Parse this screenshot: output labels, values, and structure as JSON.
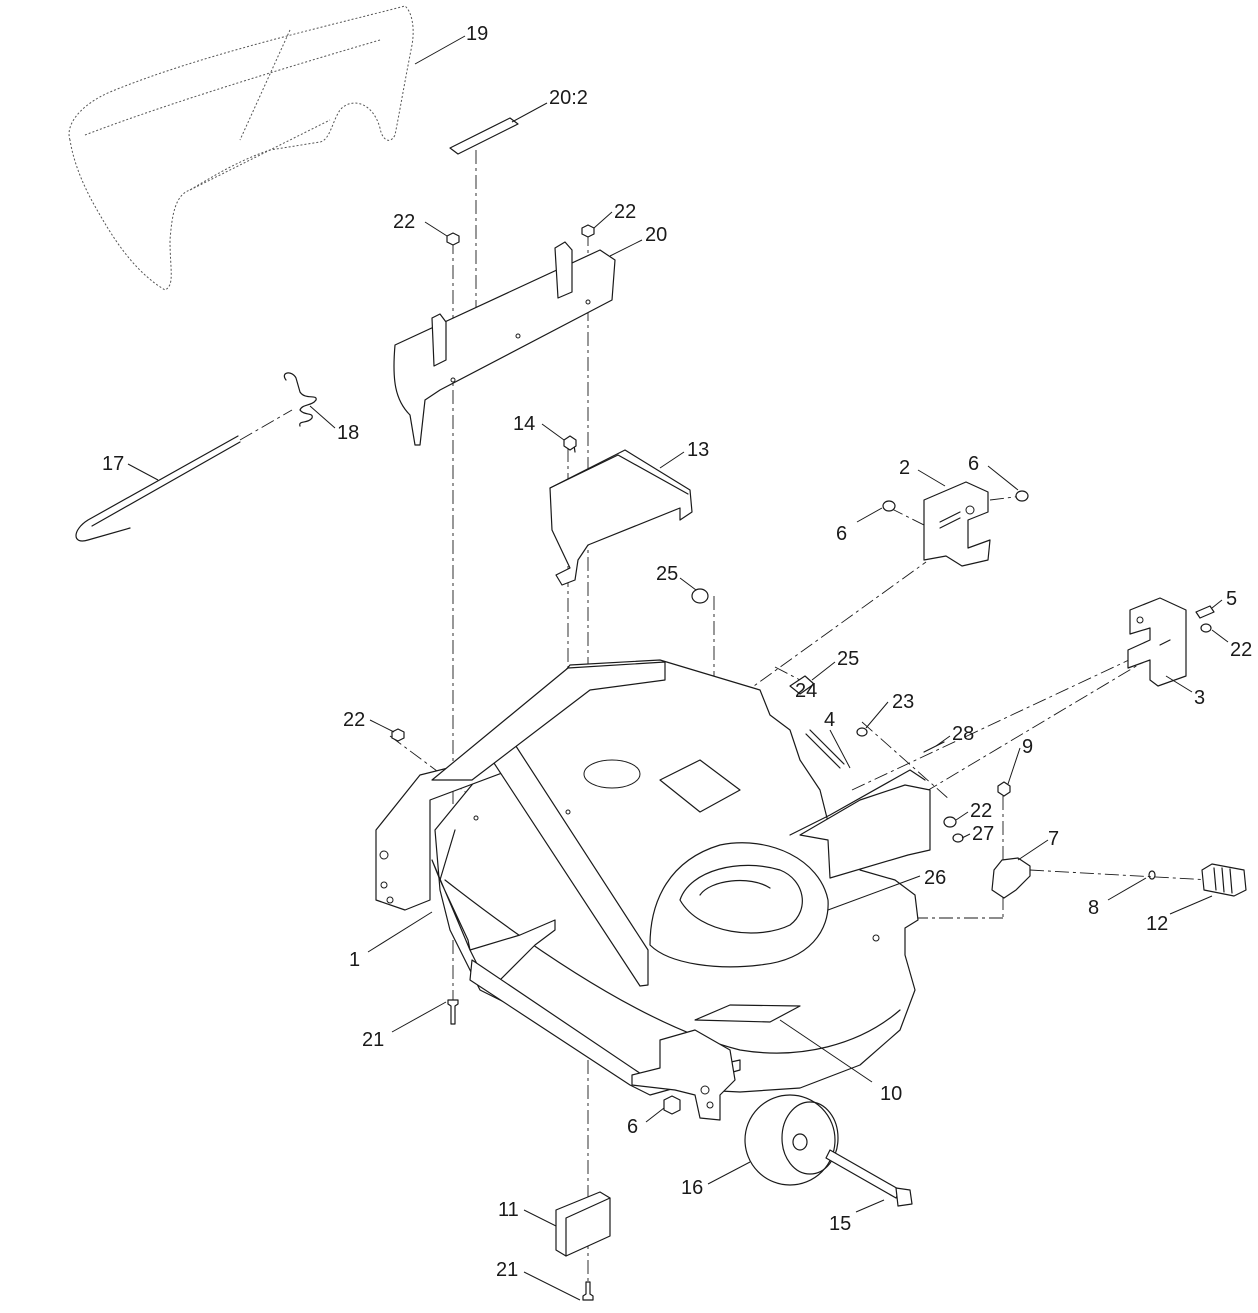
{
  "callouts": [
    {
      "id": "c1",
      "text": "1"
    },
    {
      "id": "c2",
      "text": "2"
    },
    {
      "id": "c3",
      "text": "3"
    },
    {
      "id": "c4",
      "text": "4"
    },
    {
      "id": "c5",
      "text": "5"
    },
    {
      "id": "c6a",
      "text": "6"
    },
    {
      "id": "c6b",
      "text": "6"
    },
    {
      "id": "c6c",
      "text": "6"
    },
    {
      "id": "c7",
      "text": "7"
    },
    {
      "id": "c8",
      "text": "8"
    },
    {
      "id": "c9",
      "text": "9"
    },
    {
      "id": "c10",
      "text": "10"
    },
    {
      "id": "c11",
      "text": "11"
    },
    {
      "id": "c12",
      "text": "12"
    },
    {
      "id": "c13",
      "text": "13"
    },
    {
      "id": "c14",
      "text": "14"
    },
    {
      "id": "c15",
      "text": "15"
    },
    {
      "id": "c16",
      "text": "16"
    },
    {
      "id": "c17",
      "text": "17"
    },
    {
      "id": "c18",
      "text": "18"
    },
    {
      "id": "c19",
      "text": "19"
    },
    {
      "id": "c20",
      "text": "20"
    },
    {
      "id": "c20b",
      "text": "20:2"
    },
    {
      "id": "c21a",
      "text": "21"
    },
    {
      "id": "c21b",
      "text": "21"
    },
    {
      "id": "c22a",
      "text": "22"
    },
    {
      "id": "c22b",
      "text": "22"
    },
    {
      "id": "c22c",
      "text": "22"
    },
    {
      "id": "c22d",
      "text": "22"
    },
    {
      "id": "c22e",
      "text": "22"
    },
    {
      "id": "c23",
      "text": "23"
    },
    {
      "id": "c24",
      "text": "24"
    },
    {
      "id": "c25a",
      "text": "25"
    },
    {
      "id": "c25b",
      "text": "25"
    },
    {
      "id": "c26",
      "text": "26"
    },
    {
      "id": "c27",
      "text": "27"
    },
    {
      "id": "c28",
      "text": "28"
    }
  ]
}
